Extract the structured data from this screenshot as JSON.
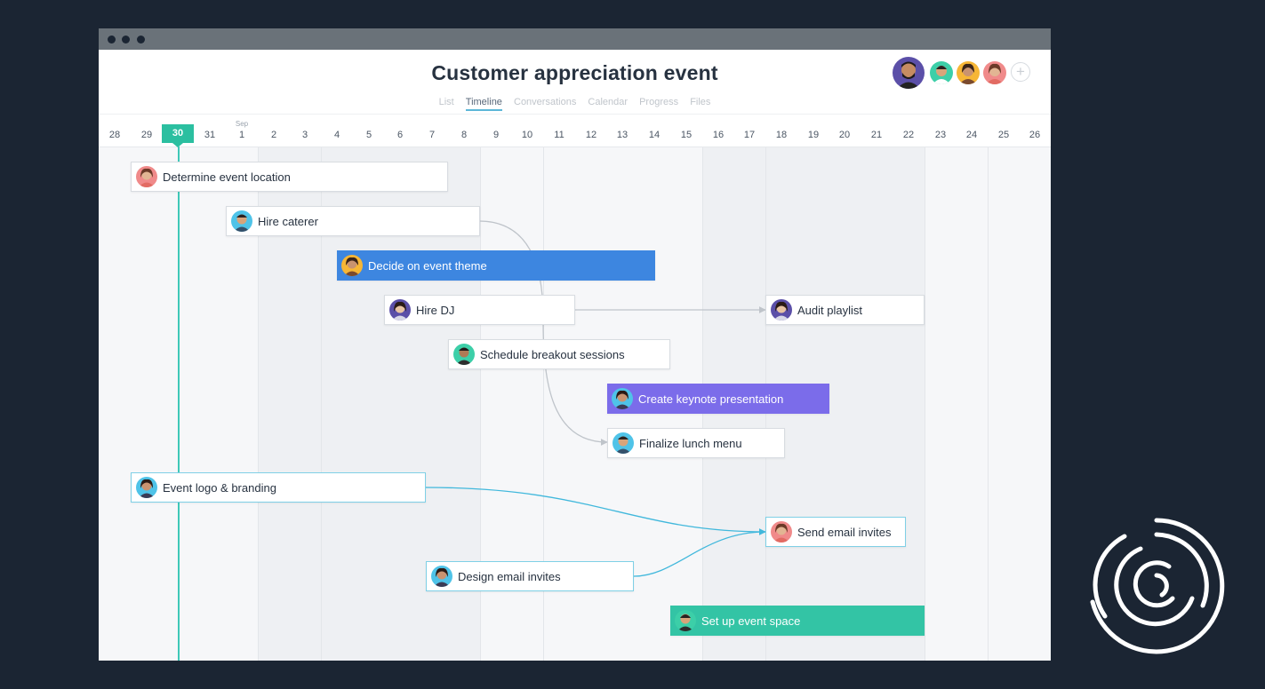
{
  "project": {
    "title": "Customer appreciation event"
  },
  "tabs": [
    {
      "label": "List",
      "active": false
    },
    {
      "label": "Timeline",
      "active": true
    },
    {
      "label": "Conversations",
      "active": false
    },
    {
      "label": "Calendar",
      "active": false
    },
    {
      "label": "Progress",
      "active": false
    },
    {
      "label": "Files",
      "active": false
    }
  ],
  "members": {
    "add_label": "+"
  },
  "timeline": {
    "month_label": "Sep",
    "today": "30",
    "dates": [
      "28",
      "29",
      "30",
      "31",
      "1",
      "2",
      "3",
      "4",
      "5",
      "6",
      "7",
      "8",
      "9",
      "10",
      "11",
      "12",
      "13",
      "14",
      "15",
      "16",
      "17",
      "18",
      "19",
      "20",
      "21",
      "22",
      "23",
      "24",
      "25",
      "26"
    ]
  },
  "tasks": [
    {
      "name": "Determine event location",
      "color": "#ffffff"
    },
    {
      "name": "Hire caterer",
      "color": "#ffffff"
    },
    {
      "name": "Decide on event theme",
      "color": "#3d86e0"
    },
    {
      "name": "Hire DJ",
      "color": "#ffffff"
    },
    {
      "name": "Audit playlist",
      "color": "#ffffff"
    },
    {
      "name": "Schedule breakout sessions",
      "color": "#ffffff"
    },
    {
      "name": "Create keynote presentation",
      "color": "#7b6cea"
    },
    {
      "name": "Finalize lunch menu",
      "color": "#ffffff"
    },
    {
      "name": "Event logo & branding",
      "color": "#ffffff"
    },
    {
      "name": "Send email invites",
      "color": "#ffffff"
    },
    {
      "name": "Design email invites",
      "color": "#ffffff"
    },
    {
      "name": "Set up event space",
      "color": "#33c4a5"
    }
  ],
  "colors": {
    "today": "#2bbfa0",
    "dependency_highlight": "#41b8dc",
    "dependency": "#bfc4ca",
    "background": "#1b2533"
  }
}
